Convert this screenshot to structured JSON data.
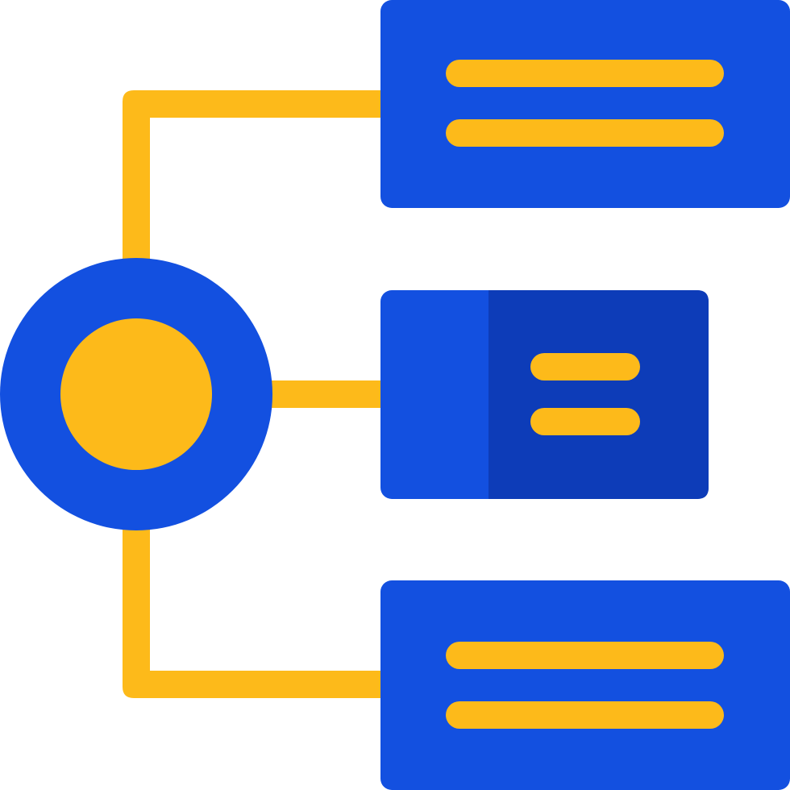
{
  "icon": {
    "name": "hierarchy-structure-icon"
  },
  "colors": {
    "primary_blue": "#1350E0",
    "dark_blue": "#0D3CB8",
    "accent_yellow": "#FDBA1A",
    "background": "#FFFFFF"
  },
  "nodes": {
    "root": "circle-node",
    "children": [
      "top-box",
      "middle-box",
      "bottom-box"
    ]
  }
}
